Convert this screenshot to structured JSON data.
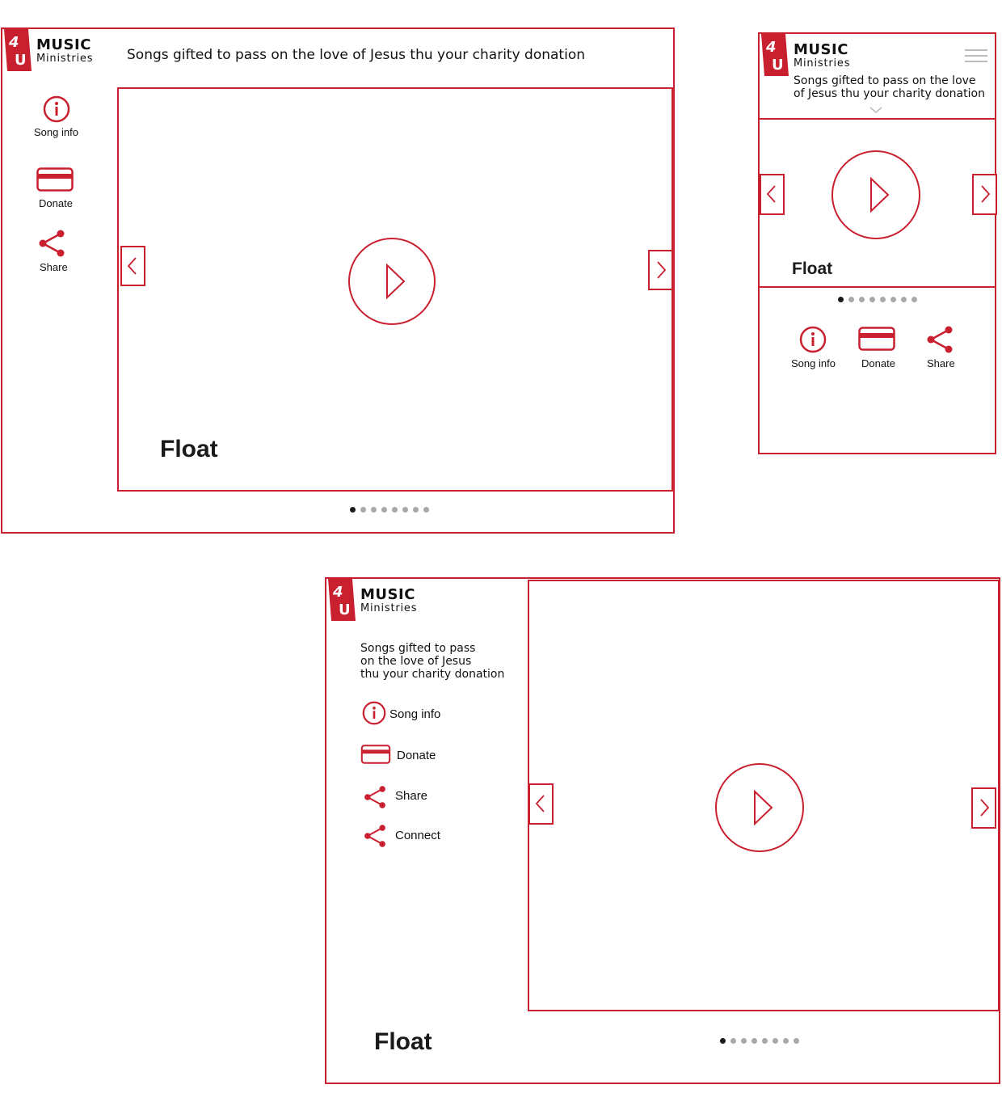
{
  "brand": {
    "mark_top": "4",
    "mark_bottom": "U",
    "title": "MUSIC",
    "subtitle": "Ministries"
  },
  "colors": {
    "accent": "#c8202f",
    "dot_inactive": "#a8a8a8",
    "dot_active": "#1a1a1a"
  },
  "icons": [
    "info-icon",
    "credit-card-icon",
    "share-icon",
    "play-icon",
    "chevron-left-icon",
    "chevron-right-icon",
    "hamburger-icon",
    "chevron-down-icon"
  ],
  "desktop": {
    "tagline": "Songs gifted to pass on the love of Jesus thu your charity donation",
    "nav": {
      "song_info": "Song info",
      "donate": "Donate",
      "share": "Share"
    },
    "song_title": "Float",
    "carousel": {
      "slides": 8,
      "active_index": 1
    }
  },
  "mobile": {
    "tagline_line1": "Songs gifted to pass on the love",
    "tagline_line2": "of Jesus thu your charity donation",
    "nav": {
      "song_info": "Song info",
      "donate": "Donate",
      "share": "Share"
    },
    "song_title": "Float",
    "carousel": {
      "slides": 8,
      "active_index": 1
    }
  },
  "tablet": {
    "tagline_line1": "Songs gifted to pass",
    "tagline_line2": "on the love of Jesus",
    "tagline_line3": "thu your charity donation",
    "nav": {
      "song_info": "Song info",
      "donate": "Donate",
      "share": "Share",
      "connect": "Connect"
    },
    "song_title": "Float",
    "carousel": {
      "slides": 8,
      "active_index": 1
    }
  }
}
